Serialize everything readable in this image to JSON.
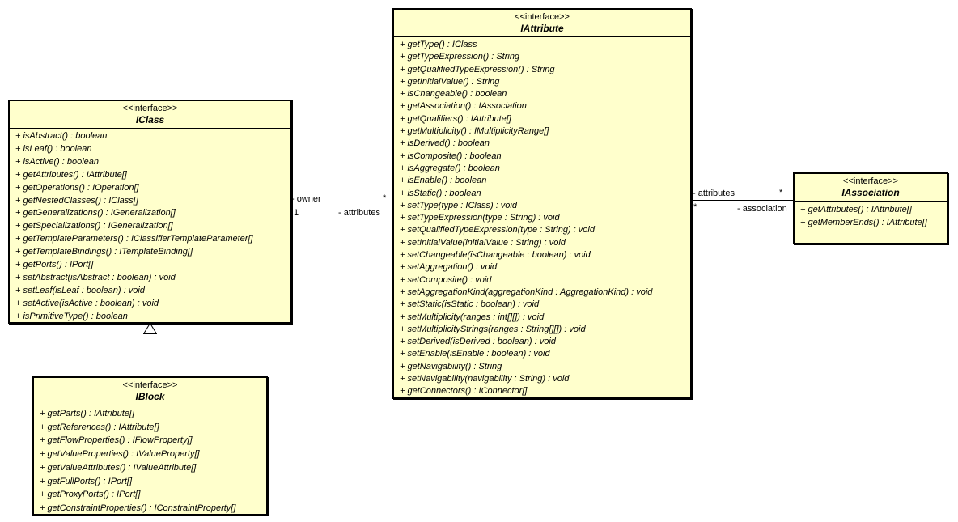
{
  "diagram": {
    "background": "#ffffff",
    "node_fill": "#ffffcc",
    "line_color": "#000000"
  },
  "classes": {
    "iclass": {
      "stereotype": "<<interface>>",
      "name": "IClass",
      "methods": [
        "+ isAbstract() : boolean",
        "+ isLeaf() : boolean",
        "+ isActive() : boolean",
        "+ getAttributes() : IAttribute[]",
        "+ getOperations() : IOperation[]",
        "+ getNestedClasses() : IClass[]",
        "+ getGeneralizations() : IGeneralization[]",
        "+ getSpecializations() : IGeneralization[]",
        "+ getTemplateParameters() : IClassifierTemplateParameter[]",
        "+ getTemplateBindings() : ITemplateBinding[]",
        "+ getPorts() : IPort[]",
        "+ setAbstract(isAbstract : boolean) : void",
        "+ setLeaf(isLeaf : boolean) : void",
        "+ setActive(isActive : boolean) : void",
        "+ isPrimitiveType() : boolean"
      ]
    },
    "iattribute": {
      "stereotype": "<<interface>>",
      "name": "IAttribute",
      "methods": [
        "+ getType() : IClass",
        "+ getTypeExpression() : String",
        "+ getQualifiedTypeExpression() : String",
        "+ getInitialValue() : String",
        "+ isChangeable() : boolean",
        "+ getAssociation() : IAssociation",
        "+ getQualifiers() : IAttribute[]",
        "+ getMultiplicity() : IMultiplicityRange[]",
        "+ isDerived() : boolean",
        "+ isComposite() : boolean",
        "+ isAggregate() : boolean",
        "+ isEnable() : boolean",
        "+ isStatic() : boolean",
        "+ setType(type : IClass) : void",
        "+ setTypeExpression(type : String) : void",
        "+ setQualifiedTypeExpression(type : String) : void",
        "+ setInitialValue(initialValue : String) : void",
        "+ setChangeable(isChangeable : boolean) : void",
        "+ setAggregation() : void",
        "+ setComposite() : void",
        "+ setAggregationKind(aggregationKind : AggregationKind) : void",
        "+ setStatic(isStatic : boolean) : void",
        "+ setMultiplicity(ranges : int[][]) : void",
        "+ setMultiplicityStrings(ranges : String[][]) : void",
        "+ setDerived(isDerived : boolean) : void",
        "+ setEnable(isEnable : boolean) : void",
        "+ getNavigability() : String",
        "+ setNavigability(navigability : String) : void",
        "+ getConnectors() : IConnector[]"
      ]
    },
    "iblock": {
      "stereotype": "<<interface>>",
      "name": "IBlock",
      "methods": [
        "+ getParts() : IAttribute[]",
        "+ getReferences() : IAttribute[]",
        "+ getFlowProperties() : IFlowProperty[]",
        "+ getValueProperties() : IValueProperty[]",
        "+ getValueAttributes() : IValueAttribute[]",
        "+ getFullPorts() : IPort[]",
        "+ getProxyPorts() : IPort[]",
        "+ getConstraintProperties() : IConstraintProperty[]"
      ]
    },
    "iassociation": {
      "stereotype": "<<interface>>",
      "name": "IAssociation",
      "methods": [
        "+ getAttributes() : IAttribute[]",
        "+ getMemberEnds() : IAttribute[]"
      ]
    }
  },
  "relations": {
    "iclass_iattribute": {
      "type": "association",
      "top_left": "- owner",
      "top_right": "*",
      "bottom_left": "1",
      "bottom_right": "- attributes"
    },
    "iattribute_iassociation": {
      "type": "association",
      "top_left": "- attributes",
      "top_right": "*",
      "bottom_left": "*",
      "bottom_right": "- association"
    },
    "iblock_iclass": {
      "type": "generalization"
    }
  }
}
